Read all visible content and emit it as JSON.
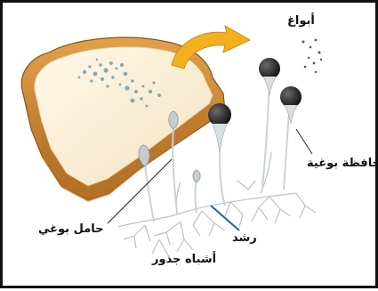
{
  "labels": {
    "spores": "أبواغ",
    "sporangium": "حافظة بوغية",
    "sporangiophore": "حامل بوغي",
    "stolon": "رشد",
    "rhizoids": "أشباه جذور"
  },
  "colors": {
    "crust": "#c98a35",
    "crumb": "#fbf1dc",
    "mold_spots": "#6fa7b8",
    "sporangium": "#222222",
    "hyphae": "#b7c3c9",
    "arrow": "#f2b021",
    "stolon_line": "#2c5fa8"
  }
}
